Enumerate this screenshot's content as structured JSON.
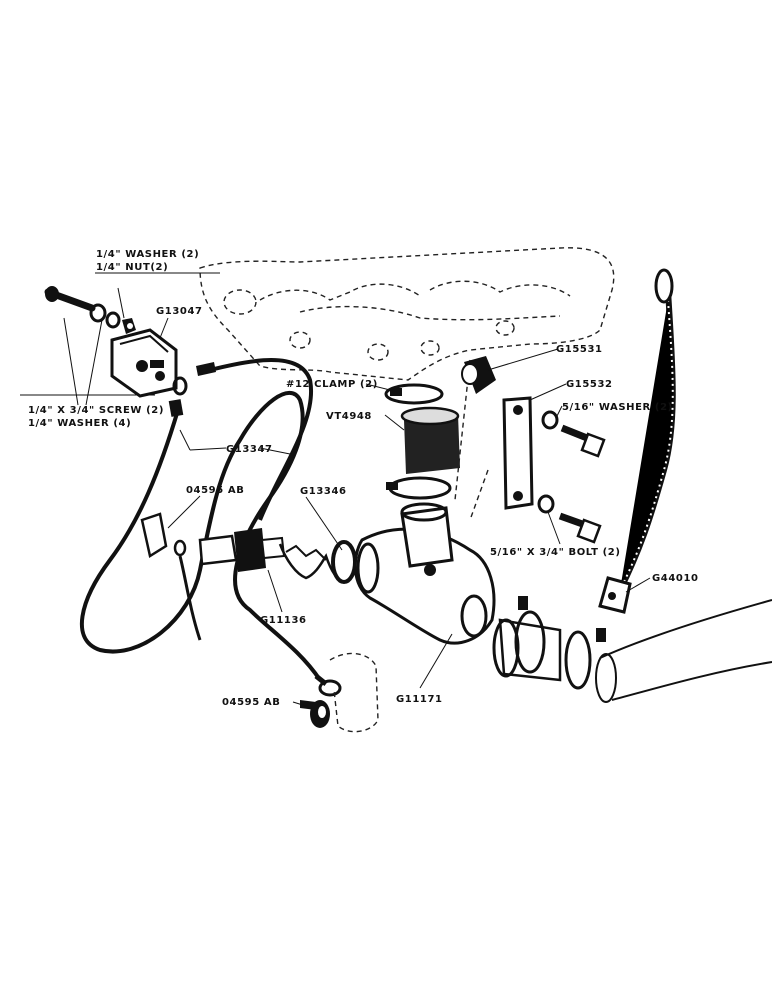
{
  "labels": {
    "washer_nut_line1": "1/4\" WASHER (2)",
    "washer_nut_line2": "1/4\" NUT(2)",
    "g13047": "G13047",
    "screw_line1": "1/4\" X 3/4\" SCREW (2)",
    "screw_line2": "1/4\" WASHER (4)",
    "g13347": "G13347",
    "g04595ab_top": "04595 AB",
    "g13346": "G13346",
    "g11136": "G11136",
    "g04595ab_bottom": "04595 AB",
    "g11171": "G11171",
    "clamp": "#12 CLAMP (2)",
    "vt4948": "VT4948",
    "g15531": "G15531",
    "g15532": "G15532",
    "washer_516": "5/16\" WASHER (2)",
    "bolt_516": "5/16\" X 3/4\" BOLT (2)",
    "g44010": "G44010"
  }
}
